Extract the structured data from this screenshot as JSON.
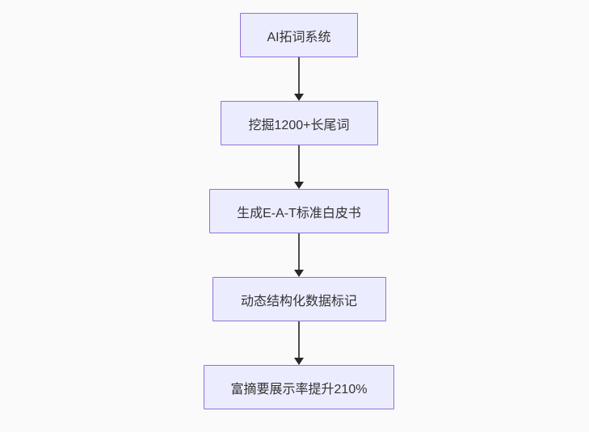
{
  "flowchart": {
    "direction": "top-down",
    "nodes": [
      {
        "id": "n1",
        "label": "AI拓词系统"
      },
      {
        "id": "n2",
        "label": "挖掘1200+长尾词"
      },
      {
        "id": "n3",
        "label": "生成E-A-T标准白皮书"
      },
      {
        "id": "n4",
        "label": "动态结构化数据标记"
      },
      {
        "id": "n5",
        "label": "富摘要展示率提升210%"
      }
    ],
    "edges": [
      {
        "from": "n1",
        "to": "n2",
        "arrow": "down"
      },
      {
        "from": "n2",
        "to": "n3",
        "arrow": "down"
      },
      {
        "from": "n3",
        "to": "n4",
        "arrow": "down"
      },
      {
        "from": "n4",
        "to": "n5",
        "arrow": "down"
      }
    ],
    "style": {
      "node_fill": "#ECECFF",
      "node_border": "#9370DB",
      "text_color": "#333333",
      "arrow_color": "#333333",
      "background": "#fafafa"
    }
  }
}
